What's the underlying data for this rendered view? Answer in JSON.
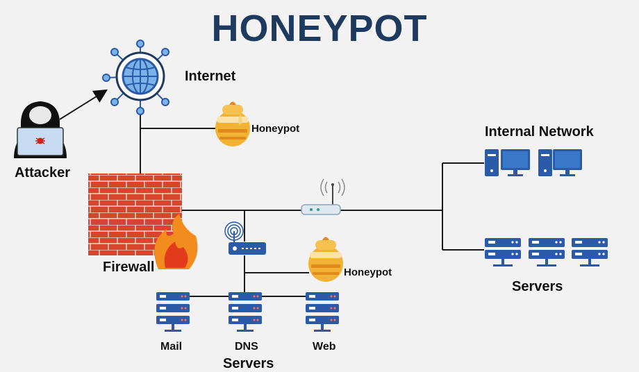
{
  "title": "HONEYPOT",
  "labels": {
    "internet": "Internet",
    "attacker": "Attacker",
    "honeypot_top": "Honeypot",
    "internal_network": "Internal Network",
    "firewall": "Firewall",
    "servers_right": "Servers",
    "honeypot_bottom": "Honeypot",
    "mail": "Mail",
    "dns": "DNS",
    "web": "Web",
    "servers_bottom": "Servers"
  },
  "colors": {
    "title": "#1f3a5f",
    "device": "#2a5aa8",
    "line": "#1a1a1a",
    "brick": "#d8452d",
    "honey": "#f2b233"
  }
}
